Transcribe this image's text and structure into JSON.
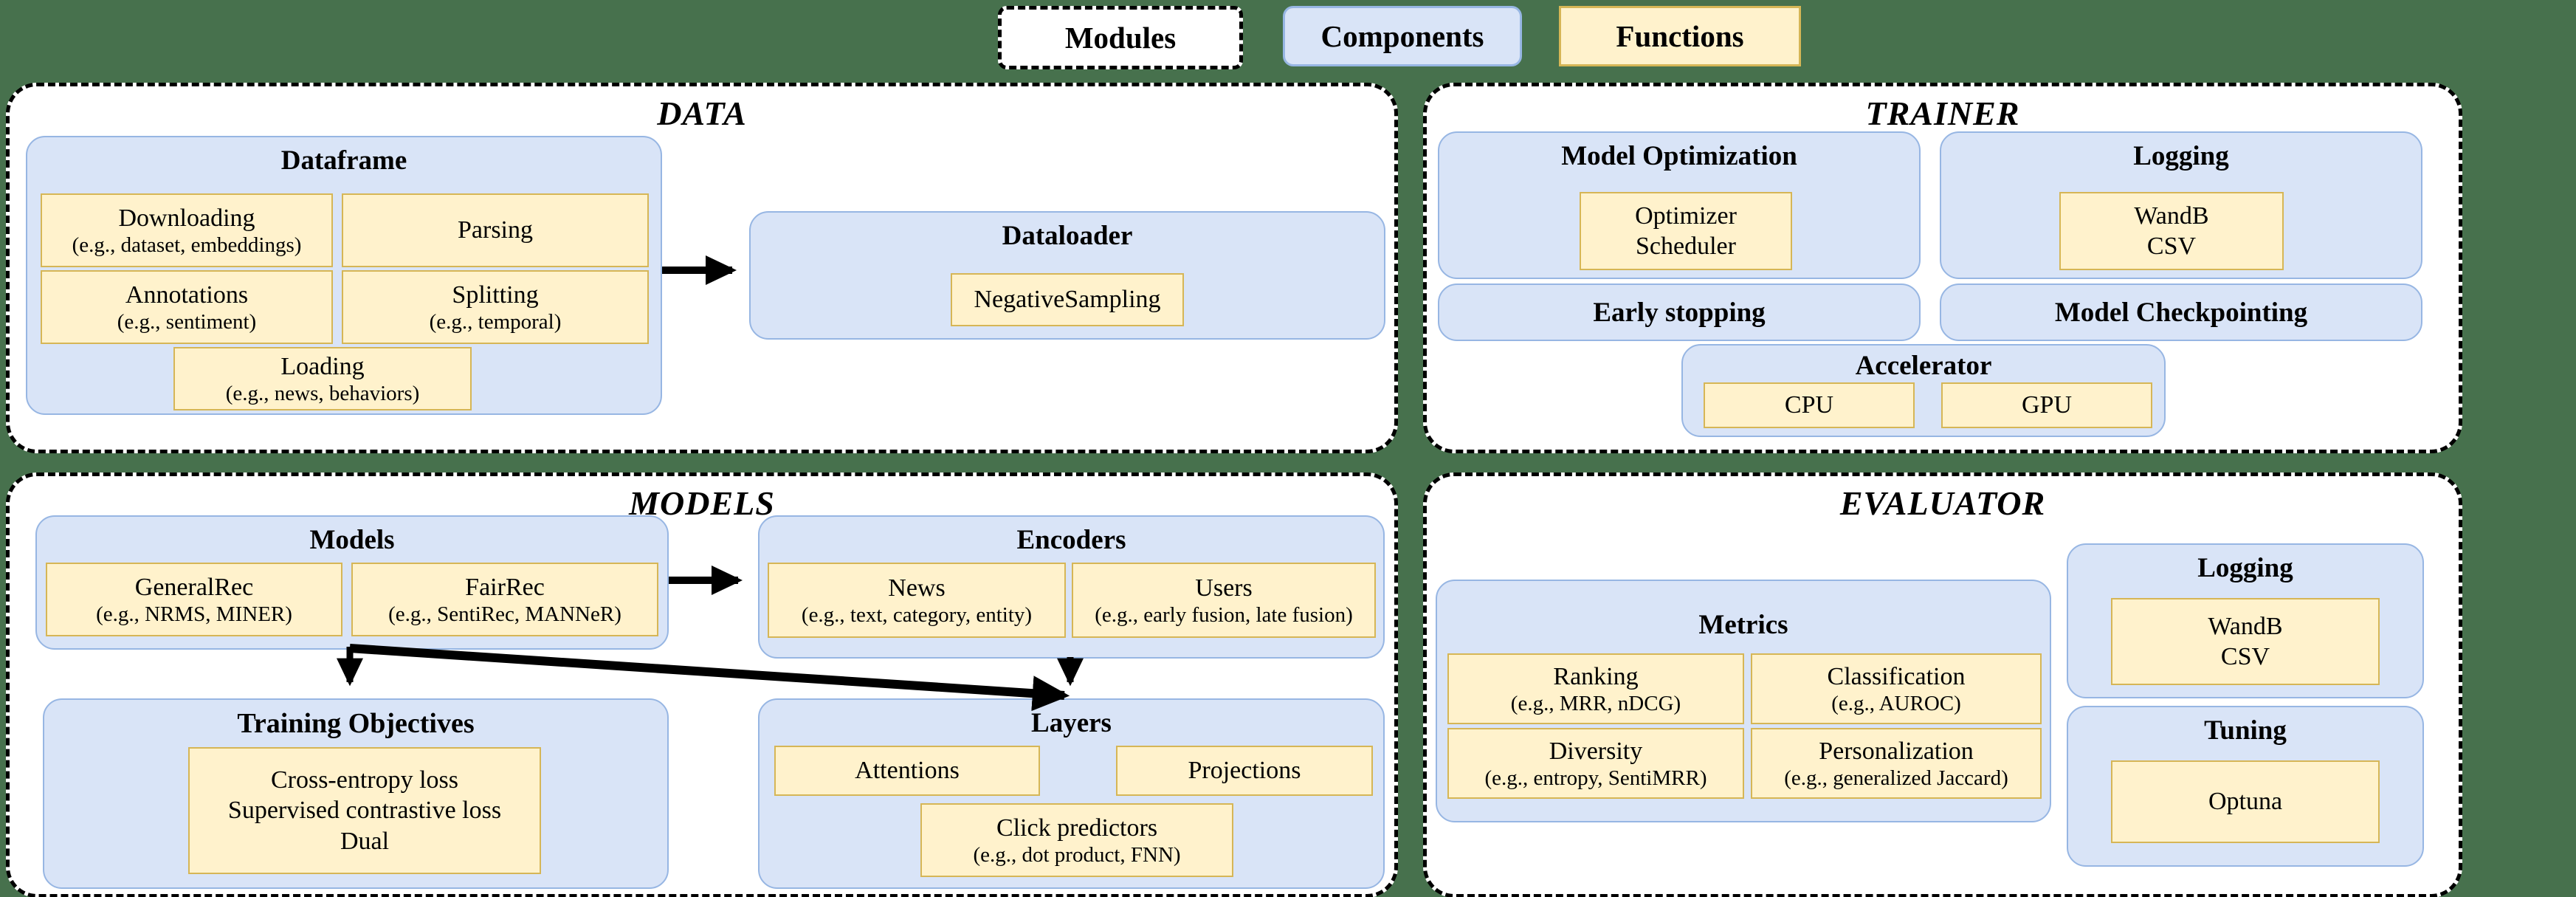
{
  "legend": {
    "items": [
      {
        "label": "Modules"
      },
      {
        "label": "Components"
      },
      {
        "label": "Functions"
      }
    ]
  },
  "colors": {
    "background": "#47714d",
    "module_fill": "#ffffff",
    "module_border": "#000000",
    "component_fill": "#d9e4f7",
    "component_border": "#97b6e3",
    "function_fill": "#fff2cc",
    "function_border": "#d6b656",
    "arrow": "#000000"
  },
  "data_module": {
    "title": "DATA",
    "dataframe": {
      "title": "Dataframe",
      "downloading": {
        "label": "Downloading",
        "sub": "(e.g., dataset, embeddings)"
      },
      "parsing": {
        "label": "Parsing"
      },
      "annotations": {
        "label": "Annotations",
        "sub": "(e.g., sentiment)"
      },
      "splitting": {
        "label": "Splitting",
        "sub": "(e.g., temporal)"
      },
      "loading": {
        "label": "Loading",
        "sub": "(e.g., news, behaviors)"
      }
    },
    "dataloader": {
      "title": "Dataloader",
      "negative_sampling": {
        "label": "NegativeSampling"
      }
    }
  },
  "trainer_module": {
    "title": "TRAINER",
    "model_optimization": {
      "title": "Model Optimization",
      "optimizer_scheduler": {
        "line1": "Optimizer",
        "line2": "Scheduler"
      }
    },
    "logging": {
      "title": "Logging",
      "wandb_csv": {
        "line1": "WandB",
        "line2": "CSV"
      }
    },
    "early_stopping": {
      "title": "Early stopping"
    },
    "model_checkpointing": {
      "title": "Model Checkpointing"
    },
    "accelerator": {
      "title": "Accelerator",
      "cpu": {
        "label": "CPU"
      },
      "gpu": {
        "label": "GPU"
      }
    }
  },
  "models_module": {
    "title": "MODELS",
    "models": {
      "title": "Models",
      "generalrec": {
        "label": "GeneralRec",
        "sub": "(e.g., NRMS, MINER)"
      },
      "fairrec": {
        "label": "FairRec",
        "sub": "(e.g., SentiRec, MANNeR)"
      }
    },
    "encoders": {
      "title": "Encoders",
      "news": {
        "label": "News",
        "sub": "(e.g., text, category, entity)"
      },
      "users": {
        "label": "Users",
        "sub": "(e.g., early fusion, late fusion)"
      }
    },
    "training_objectives": {
      "title": "Training Objectives",
      "losses": {
        "line1": "Cross-entropy loss",
        "line2": "Supervised contrastive loss",
        "line3": "Dual"
      }
    },
    "layers": {
      "title": "Layers",
      "attentions": {
        "label": "Attentions"
      },
      "projections": {
        "label": "Projections"
      },
      "click_predictors": {
        "label": "Click predictors",
        "sub": "(e.g., dot product, FNN)"
      }
    }
  },
  "evaluator_module": {
    "title": "EVALUATOR",
    "metrics": {
      "title": "Metrics",
      "ranking": {
        "label": "Ranking",
        "sub": "(e.g., MRR, nDCG)"
      },
      "classification": {
        "label": "Classification",
        "sub": "(e.g., AUROC)"
      },
      "diversity": {
        "label": "Diversity",
        "sub": "(e.g., entropy, SentiMRR)"
      },
      "personalization": {
        "label": "Personalization",
        "sub": "(e.g., generalized Jaccard)"
      }
    },
    "logging": {
      "title": "Logging",
      "wandb_csv": {
        "line1": "WandB",
        "line2": "CSV"
      }
    },
    "tuning": {
      "title": "Tuning",
      "optuna": {
        "label": "Optuna"
      }
    }
  },
  "arrows": [
    {
      "from": "dataframe",
      "to": "dataloader"
    },
    {
      "from": "models",
      "to": "encoders"
    },
    {
      "from": "models",
      "to": "training-objectives"
    },
    {
      "from": "models",
      "to": "layers"
    },
    {
      "from": "encoders",
      "to": "layers"
    }
  ]
}
